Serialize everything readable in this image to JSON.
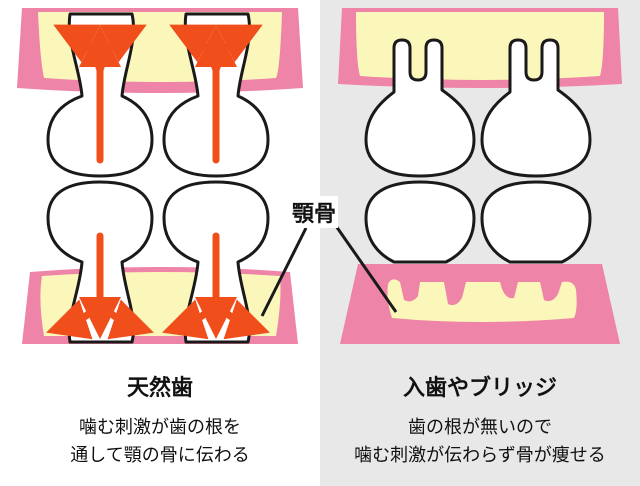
{
  "colors": {
    "gum": "#ee84a7",
    "bone": "#fbf7bb",
    "tooth_fill": "#ffffff",
    "outline": "#1a1a1a",
    "arrow": "#f04e1a",
    "right_background": "#e8e8e8"
  },
  "label": {
    "bone": "顎骨"
  },
  "left": {
    "title": "天然歯",
    "description_lines": [
      "噛む刺激が歯の根を",
      "通して顎の骨に伝わる"
    ]
  },
  "right": {
    "title": "入歯やブリッジ",
    "description_lines": [
      "歯の根が無いので",
      "噛む刺激が伝わらず骨が痩せる"
    ]
  }
}
